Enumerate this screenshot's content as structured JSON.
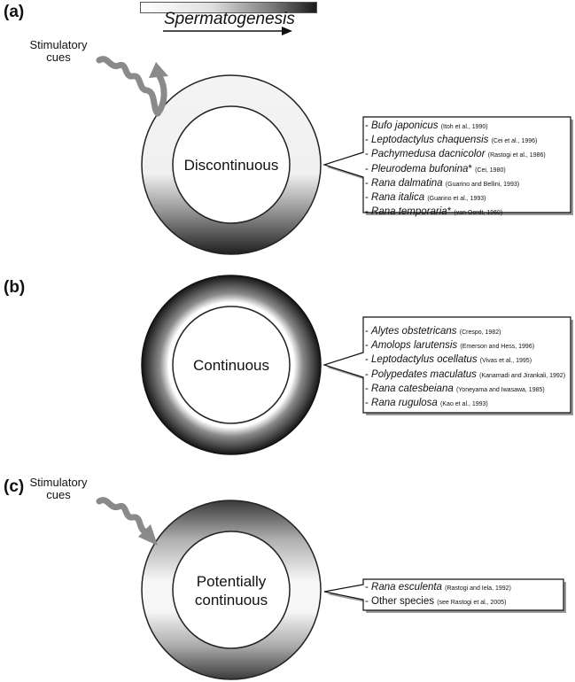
{
  "header": {
    "title": "Spermatogenesis"
  },
  "panels": [
    {
      "label": "(a)",
      "stimulus": "Stimulatory\ncues",
      "ring_label": "Discontinuous",
      "species": [
        {
          "prefix": "- ",
          "name": "Bufo japonicus",
          "mark": "",
          "citation": "(Itoh et al., 1990)"
        },
        {
          "prefix": "- ",
          "name": "Leptodactylus chaquensis",
          "mark": "",
          "citation": "(Cei et al., 1996)"
        },
        {
          "prefix": "- ",
          "name": "Pachymedusa dacnicolor",
          "mark": "",
          "citation": "(Rastogi et al., 1986)"
        },
        {
          "prefix": "- ",
          "name": "Pleurodema bufonina",
          "mark": "*",
          "citation": "(Cei, 1980)"
        },
        {
          "prefix": "- ",
          "name": "Rana dalmatina",
          "mark": "",
          "citation": "(Guarino and Bellini, 1993)"
        },
        {
          "prefix": "- ",
          "name": "Rana italica",
          "mark": "",
          "citation": "(Guarino et al., 1993)"
        },
        {
          "prefix": "- ",
          "name": "Rana temporaria",
          "mark": "*",
          "citation": "(van Oordt, 1960)"
        }
      ]
    },
    {
      "label": "(b)",
      "ring_label": "Continuous",
      "species": [
        {
          "prefix": "- ",
          "name": "Alytes obstetricans",
          "mark": "",
          "citation": "(Crespo, 1982)"
        },
        {
          "prefix": "- ",
          "name": "Amolops larutensis",
          "mark": "",
          "citation": "(Emerson and Hess, 1996)"
        },
        {
          "prefix": "- ",
          "name": "Leptodactylus ocellatus",
          "mark": "",
          "citation": "(Vivas et al., 1995)"
        },
        {
          "prefix": "- ",
          "name": "Polypedates maculatus",
          "mark": "",
          "citation": "(Kanamadi and Jirankali, 1992)"
        },
        {
          "prefix": "- ",
          "name": "Rana catesbeiana",
          "mark": "",
          "citation": "(Yoneyama and Iwasawa, 1985)"
        },
        {
          "prefix": "- ",
          "name": "Rana rugulosa",
          "mark": "",
          "citation": "(Kao et al., 1993)"
        }
      ]
    },
    {
      "label": "(c)",
      "stimulus": "Stimulatory\ncues",
      "ring_label": "Potentially\ncontinuous",
      "species": [
        {
          "prefix": "- ",
          "name": "Rana esculenta",
          "mark": "",
          "citation": "(Rastogi and Iela, 1992)"
        },
        {
          "prefix": "- ",
          "name": "",
          "plain": "Other species",
          "mark": "",
          "citation": "(see Rastogi et al., 2005)"
        }
      ]
    }
  ],
  "colors": {
    "arrow_gray": "#8a8a8a",
    "ring_dark": "#1a1a1a",
    "ring_light": "#ffffff"
  }
}
